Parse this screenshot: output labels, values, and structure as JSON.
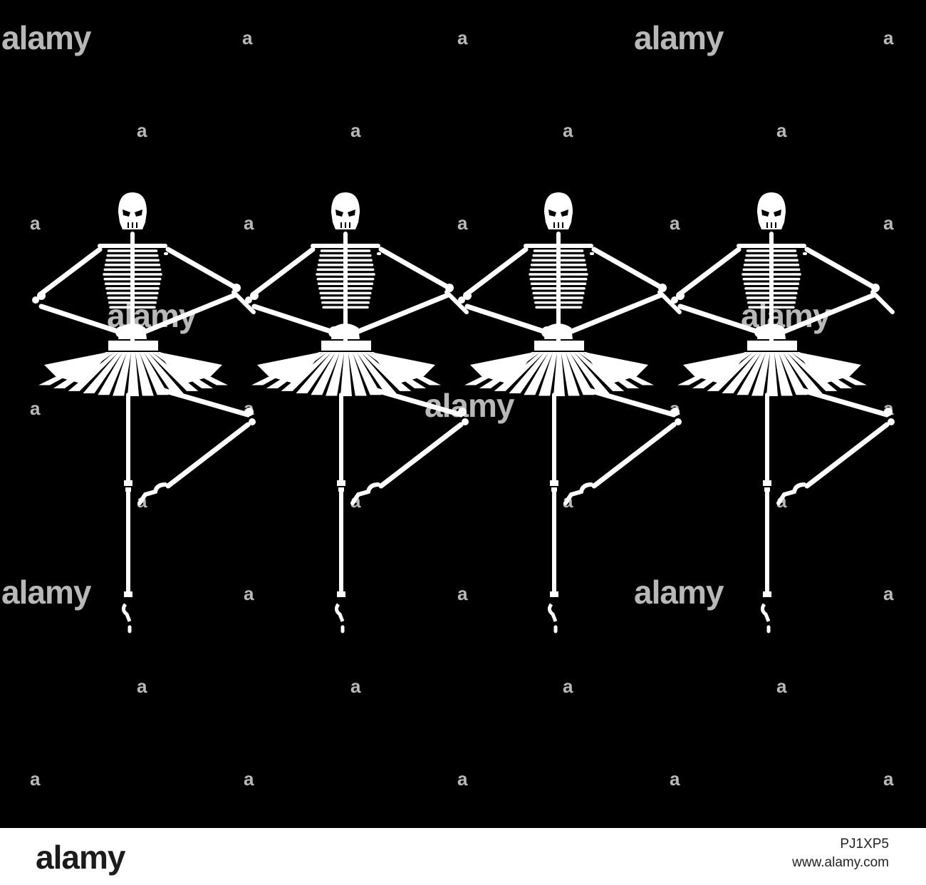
{
  "artwork": {
    "subject": "four dancing skeleton ballerinas in tutus",
    "dancer_count": 4,
    "colors": {
      "background": "#000000",
      "bones": "#ffffff"
    }
  },
  "watermark": {
    "word": "alamy",
    "letter": "a"
  },
  "footer": {
    "logo": "alamy",
    "image_id": "PJ1XP5",
    "url": "www.alamy.com"
  }
}
